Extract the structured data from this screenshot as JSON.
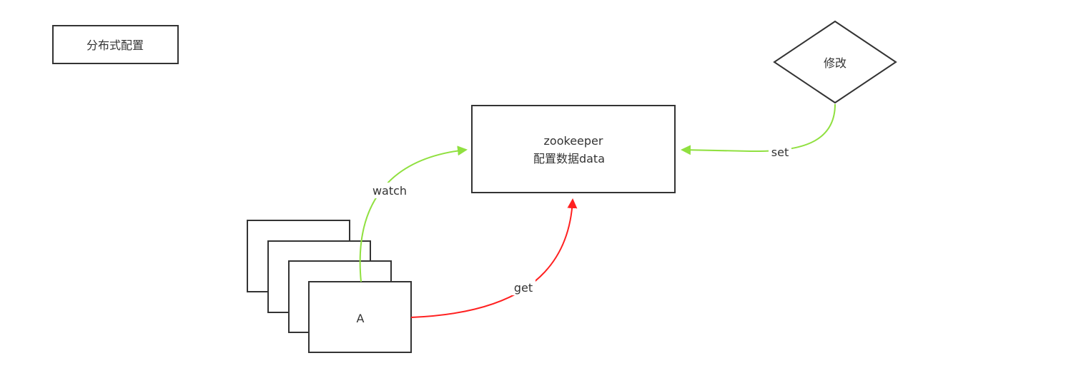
{
  "title": "分布式配置",
  "zookeeper": {
    "line1": "zookeeper",
    "line2": "配置数据data"
  },
  "modify": "修改",
  "client": "A",
  "edges": {
    "watch": "watch",
    "get": "get",
    "set": "set"
  },
  "colors": {
    "green": "#90E040",
    "red": "#FF2020",
    "stroke": "#333333"
  }
}
